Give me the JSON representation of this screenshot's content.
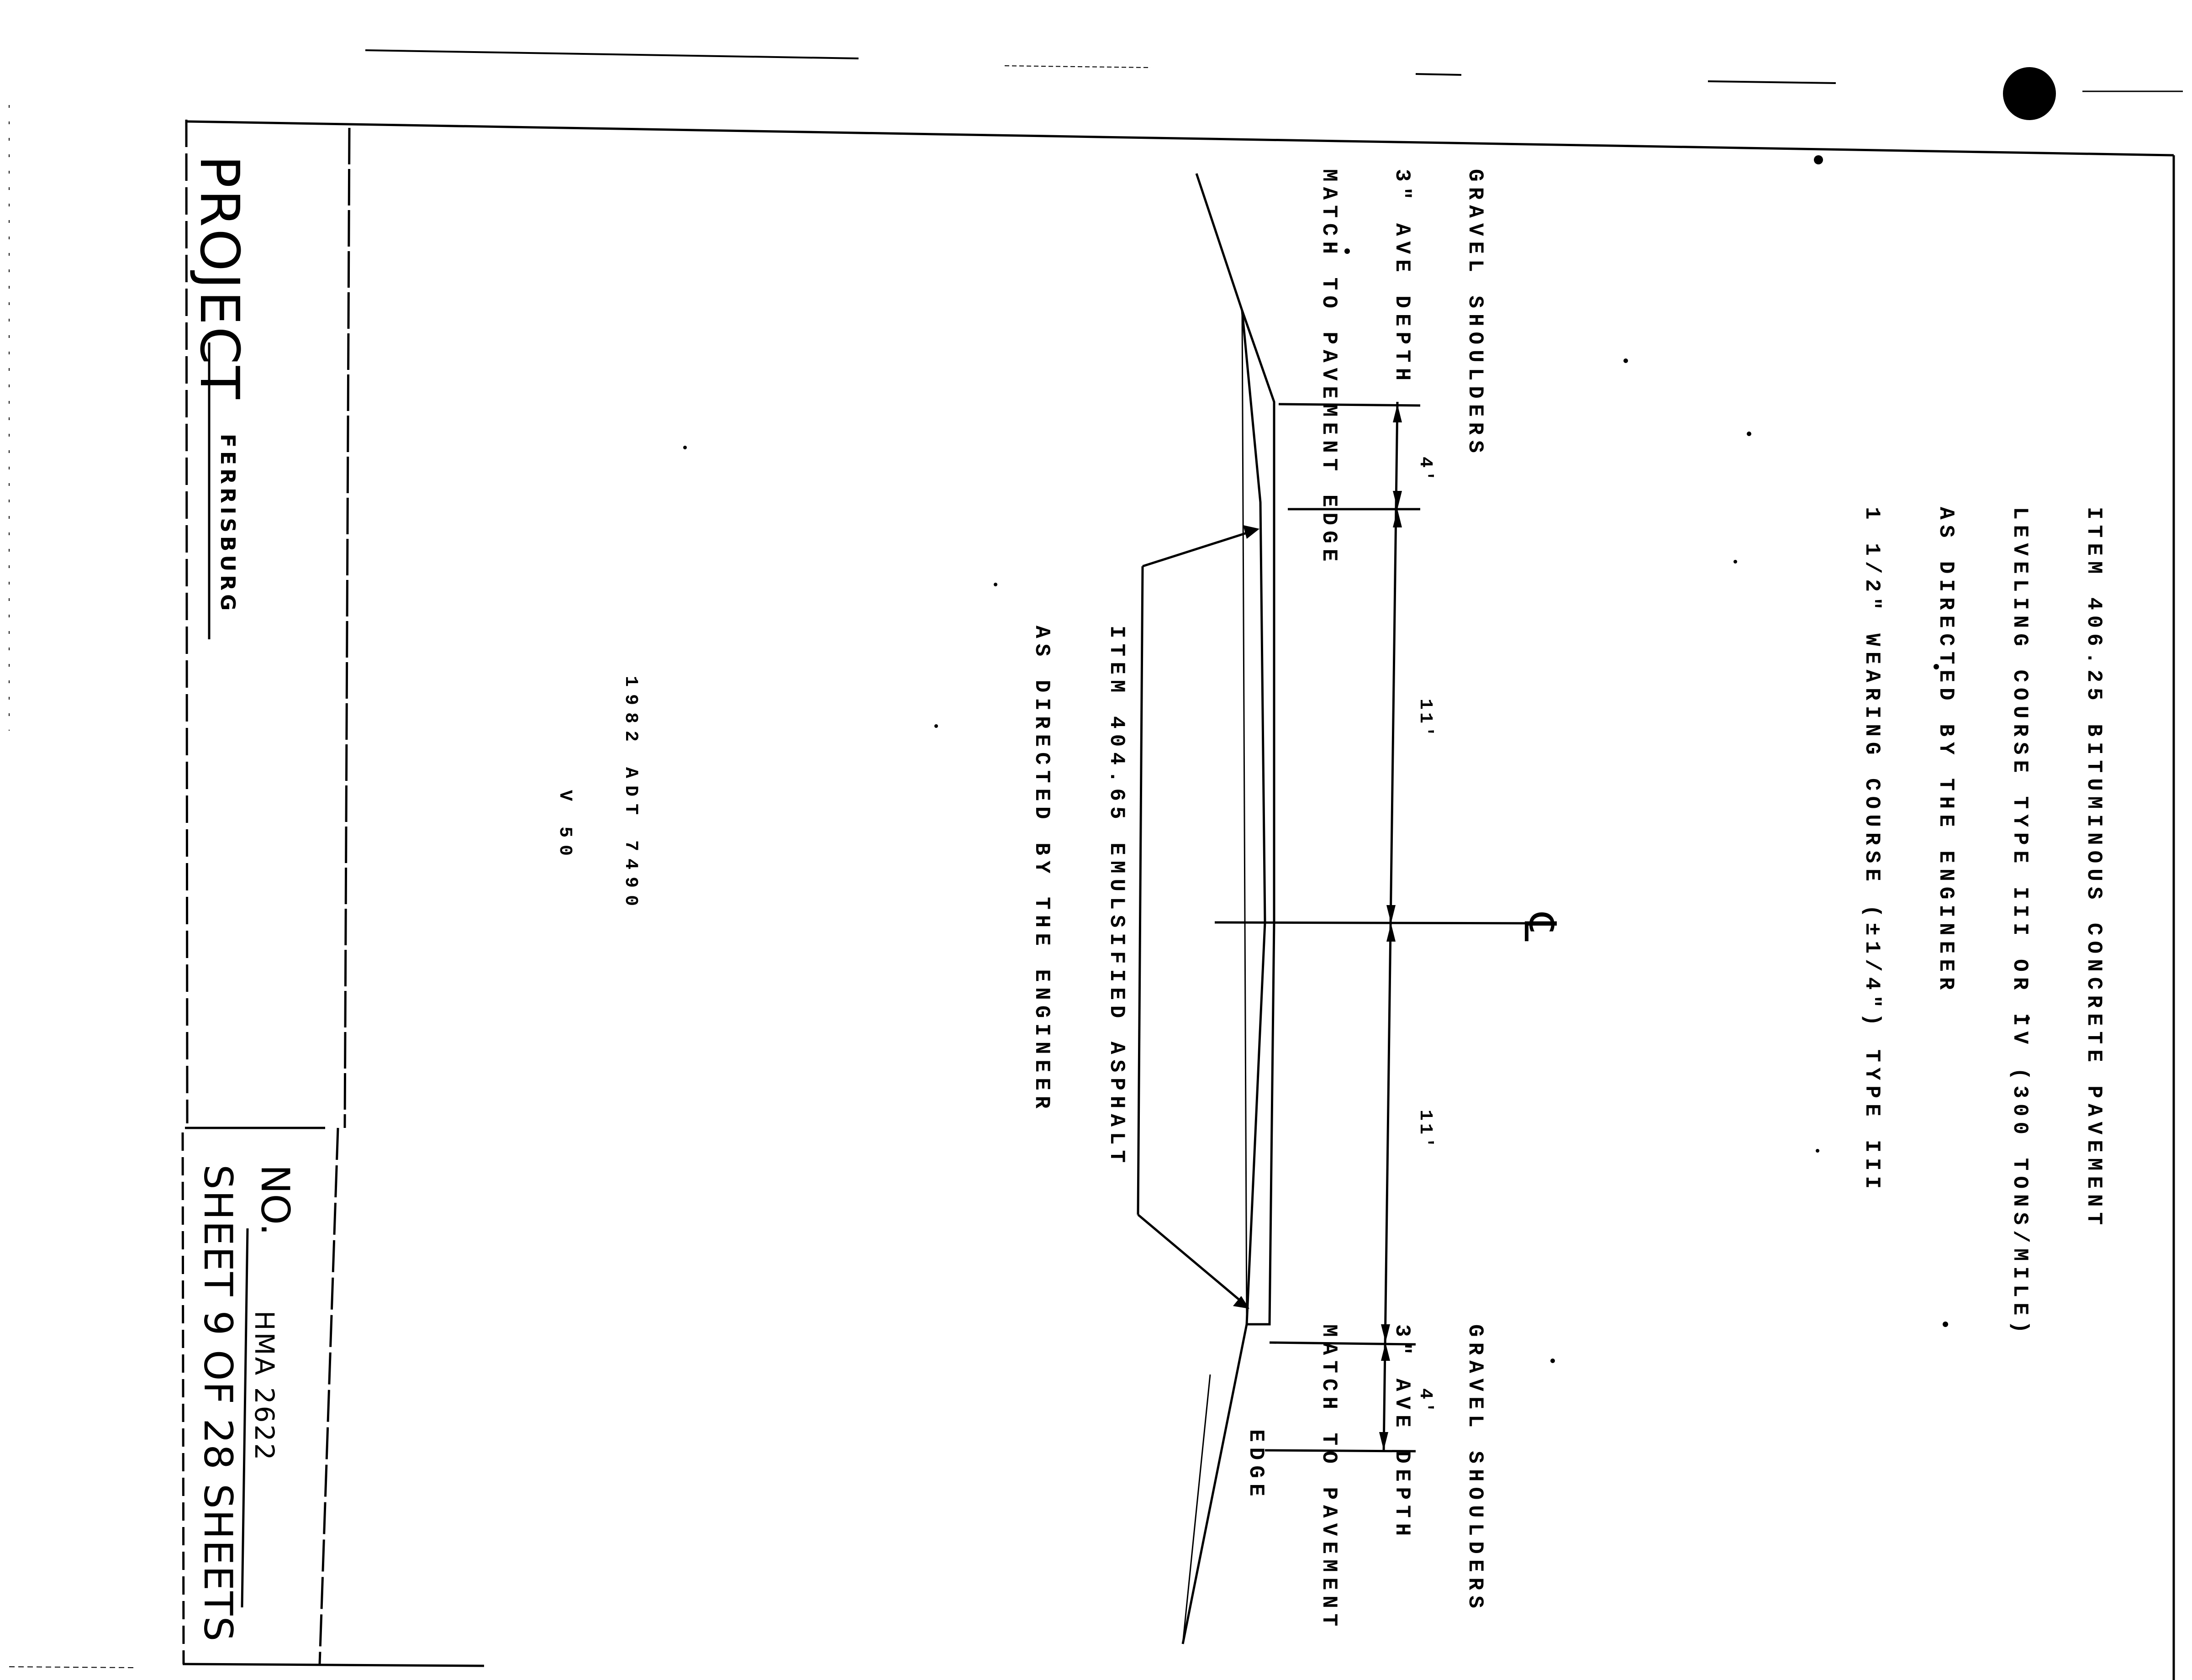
{
  "item_406": {
    "line1": "ITEM 406.25 BITUMINOUS CONCRETE PAVEMENT",
    "line2": "LEVELING COURSE TYPE III OR IV (300 TONS/MILE)",
    "line3": "AS DIRECTED BY THE ENGINEER",
    "line4": "1 1/2\" WEARING COURSE (±1/4\") TYPE III"
  },
  "shoulder_left": {
    "line1": "GRAVEL SHOULDERS",
    "line2": "3\" AVE DEPTH",
    "line3": "MATCH TO PAVEMENT EDGE"
  },
  "shoulder_right": {
    "line1": "GRAVEL SHOULDERS",
    "line2": "3\" AVE DEPTH",
    "line3": "MATCH TO PAVEMENT",
    "line4": "EDGE"
  },
  "dimensions": {
    "shoulder_left": "4'",
    "lane_left": "11'",
    "lane_right": "11'",
    "shoulder_right": "4'"
  },
  "centerline_label": "℄",
  "item_404": {
    "line1": "ITEM 404.65 EMULSIFIED ASPHALT",
    "line2": "AS DIRECTED BY THE ENGINEER"
  },
  "traffic": {
    "line1": "1982 ADT 7490",
    "line2": "V 50"
  },
  "title_block": {
    "project_label": "PROJECT",
    "project_name": "FERRISBURG",
    "no_label": "NO.",
    "no_value": "HMA 2622",
    "sheet_text": "SHEET 9 OF 28 SHEETS"
  }
}
